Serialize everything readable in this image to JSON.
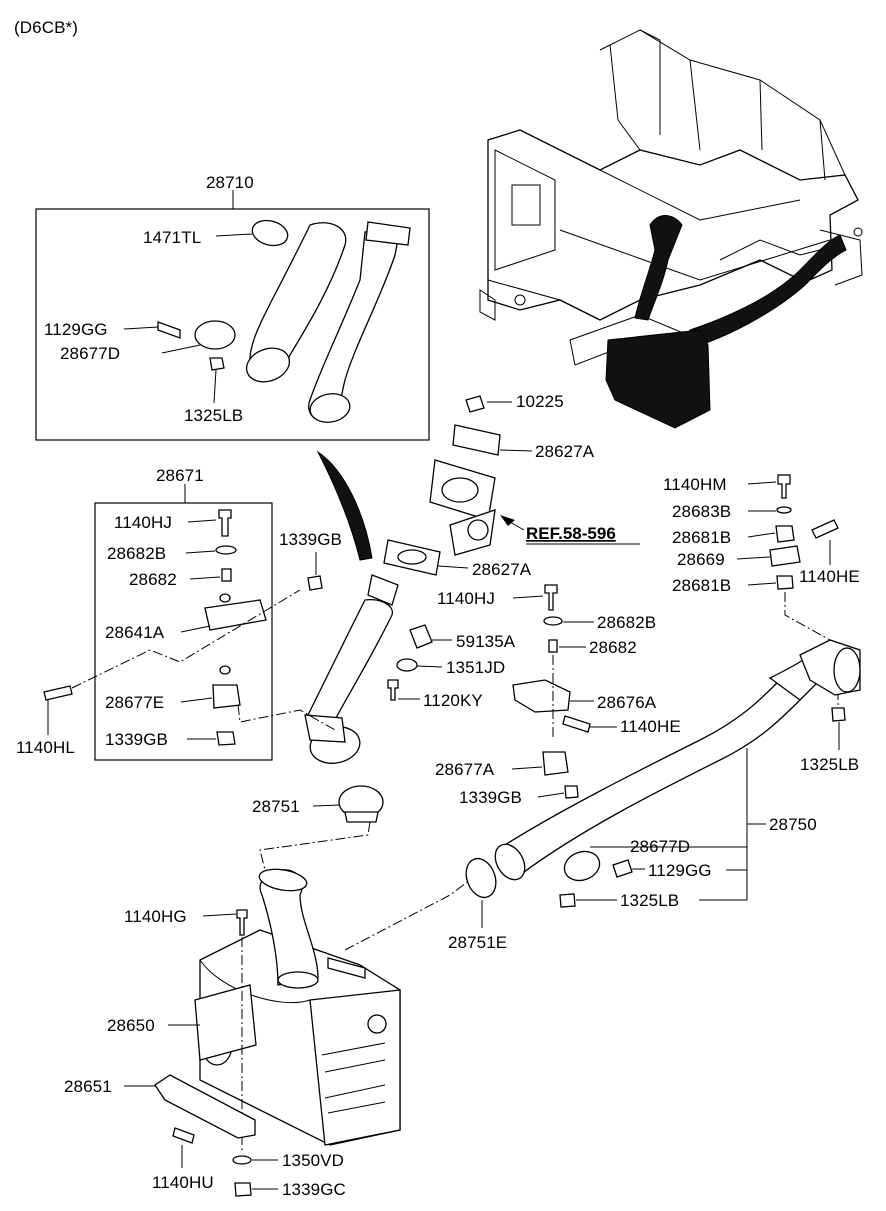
{
  "header": {
    "code": "(D6CB*)"
  },
  "labels": {
    "p28710": "28710",
    "p1471TL": "1471TL",
    "p1129GG_a": "1129GG",
    "p28677D_a": "28677D",
    "p1325LB_a": "1325LB",
    "p10225": "10225",
    "p28627A_a": "28627A",
    "ref": "REF.58-596",
    "p28627A_b": "28627A",
    "p28671": "28671",
    "p1140HJ_a": "1140HJ",
    "p28682B_a": "28682B",
    "p28682_a": "28682",
    "p1339GB_a": "1339GB",
    "p28641A": "28641A",
    "p28677E": "28677E",
    "p1339GB_b": "1339GB",
    "p1140HL": "1140HL",
    "p1140HJ_b": "1140HJ",
    "p28682B_b": "28682B",
    "p28682_b": "28682",
    "p59135A": "59135A",
    "p1351JD": "1351JD",
    "p1120KY": "1120KY",
    "p28676A": "28676A",
    "p1140HE_a": "1140HE",
    "p28677A": "28677A",
    "p1339GB_c": "1339GB",
    "p1140HM": "1140HM",
    "p28683B": "28683B",
    "p28681B_a": "28681B",
    "p28669": "28669",
    "p1140HE_b": "1140HE",
    "p28681B_b": "28681B",
    "p1325LB_b": "1325LB",
    "p28750": "28750",
    "p28751": "28751",
    "p28677D_b": "28677D",
    "p1129GG_b": "1129GG",
    "p1325LB_c": "1325LB",
    "p28751E": "28751E",
    "p1140HG": "1140HG",
    "p28650": "28650",
    "p28651": "28651",
    "p1140HU": "1140HU",
    "p1350VD": "1350VD",
    "p1339GC": "1339GC"
  }
}
